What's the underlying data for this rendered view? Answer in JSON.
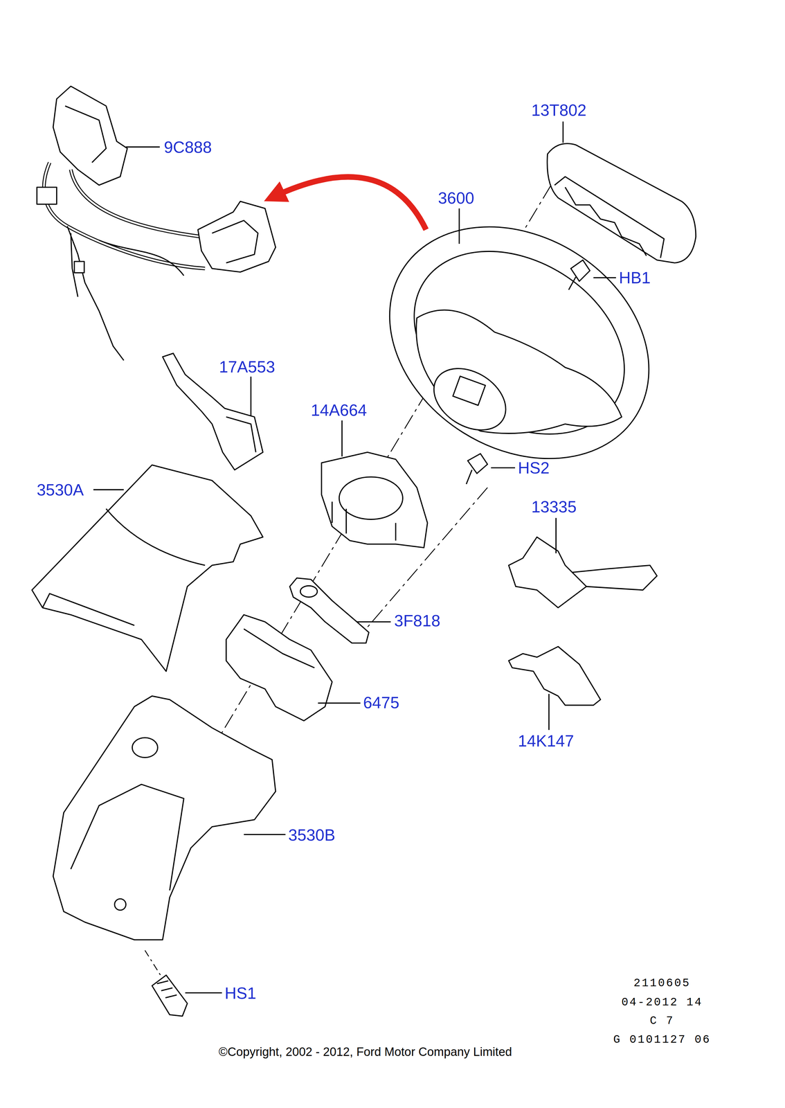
{
  "diagram": {
    "labels": [
      "9C888",
      "13T802",
      "3600",
      "HB1",
      "17A553",
      "14A664",
      "3530A",
      "HS2",
      "13335",
      "3F818",
      "6475",
      "14K147",
      "3530B",
      "HS1",
      "2110605",
      "04-2012 14",
      "C 7",
      "G 0101127 06",
      "©Copyright, 2002 - 2012, Ford Motor Company Limited"
    ]
  }
}
